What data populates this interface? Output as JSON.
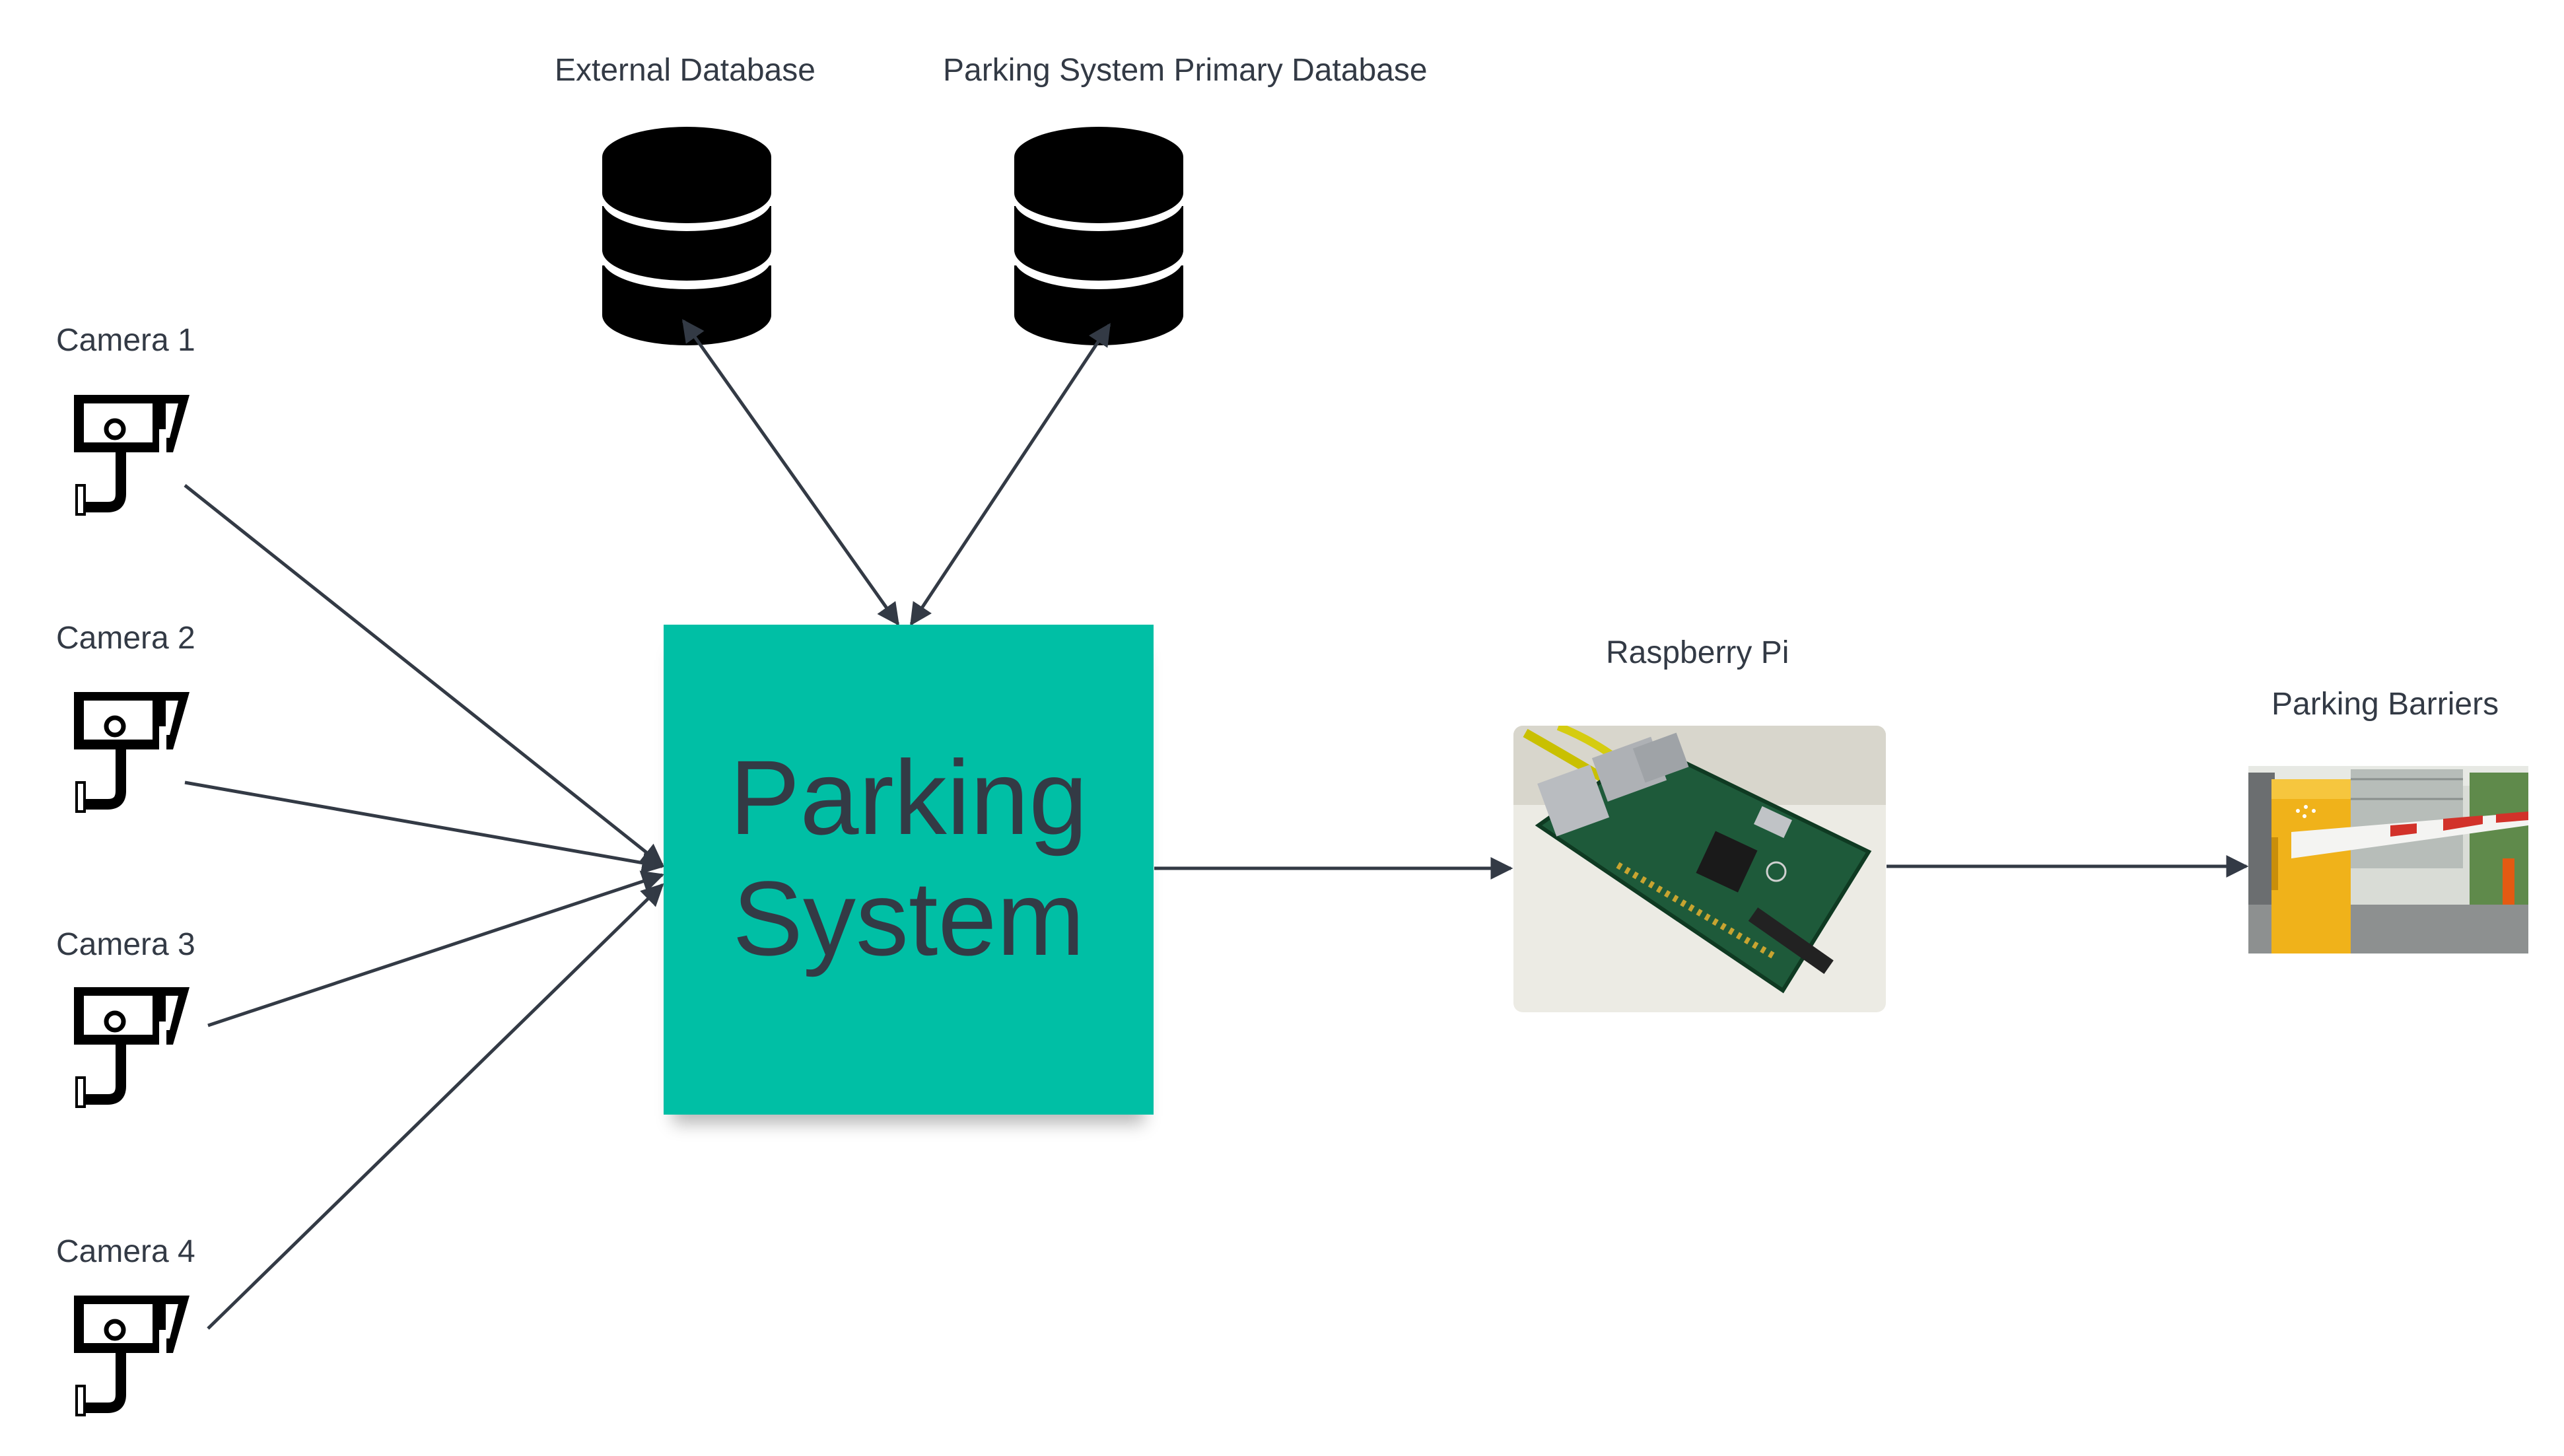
{
  "labels": {
    "external_db": "External Database",
    "primary_db": "Parking System Primary Database",
    "camera1": "Camera 1",
    "camera2": "Camera 2",
    "camera3": "Camera 3",
    "camera4": "Camera 4",
    "raspberry_pi": "Raspberry Pi",
    "parking_barriers": "Parking Barriers"
  },
  "main_box": {
    "line1": "Parking",
    "line2": "System",
    "color": "#00bfa5"
  },
  "colors": {
    "text": "#333a45",
    "connector": "#333a45",
    "icon": "#000000"
  },
  "icons": {
    "camera": "security-camera-icon",
    "database": "database-icon"
  }
}
